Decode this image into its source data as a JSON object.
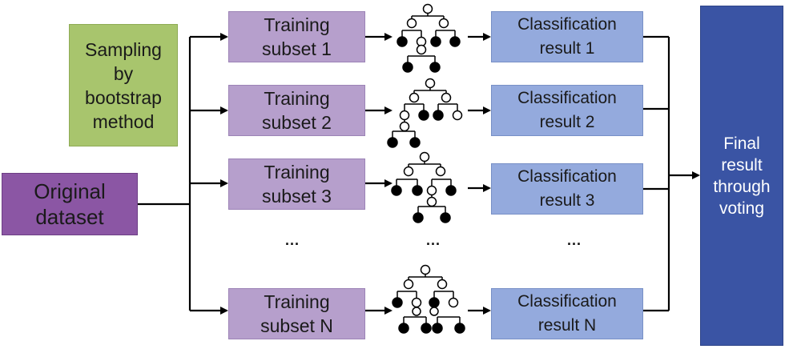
{
  "original_dataset": {
    "line1": "Original",
    "line2": "dataset"
  },
  "sampling": {
    "line1": "Sampling",
    "line2": "by",
    "line3": "bootstrap",
    "line4": "method"
  },
  "training_subsets": [
    {
      "line1": "Training",
      "line2": "subset 1"
    },
    {
      "line1": "Training",
      "line2": "subset 2"
    },
    {
      "line1": "Training",
      "line2": "subset 3"
    },
    {
      "line1": "Training",
      "line2": "subset N"
    }
  ],
  "classification_results": [
    {
      "line1": "Classification",
      "line2": "result 1"
    },
    {
      "line1": "Classification",
      "line2": "result 2"
    },
    {
      "line1": "Classification",
      "line2": "result 3"
    },
    {
      "line1": "Classification",
      "line2": "result N"
    }
  ],
  "final_result": {
    "line1": "Final",
    "line2": "result",
    "line3": "through",
    "line4": "voting"
  },
  "ellipsis": "...",
  "colors": {
    "original_dataset": "#8b56a4",
    "training_subset": "#b69fcc",
    "sampling": "#a8c56d",
    "classification_result": "#94aadd",
    "final_result": "#3a54a4",
    "line": "#000000"
  }
}
